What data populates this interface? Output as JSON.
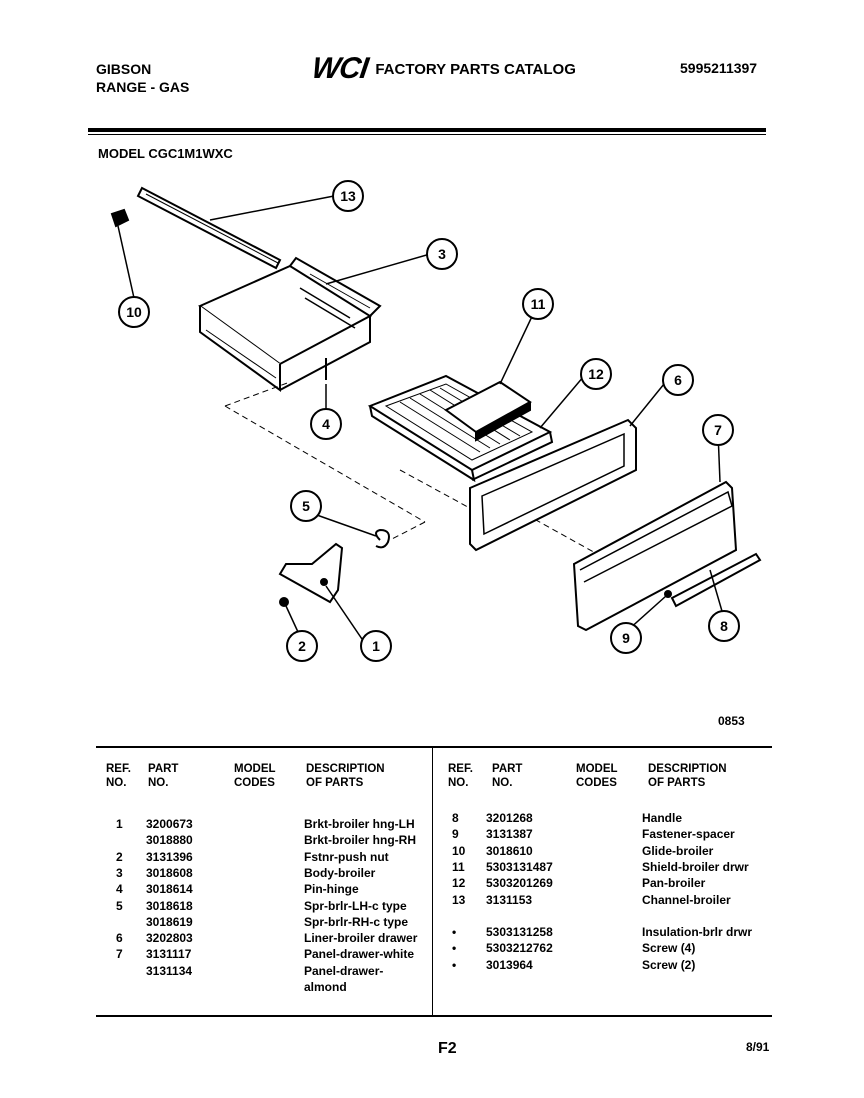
{
  "header": {
    "brand_line1": "GIBSON",
    "brand_line2": "RANGE - GAS",
    "logo": "WCI",
    "catalog_title": "FACTORY PARTS CATALOG",
    "doc_number": "5995211397"
  },
  "model_label": "MODEL CGC1M1WXC",
  "diagram": {
    "callouts": [
      "13",
      "3",
      "10",
      "11",
      "12",
      "6",
      "4",
      "7",
      "5",
      "2",
      "1",
      "9",
      "8"
    ],
    "code": "0853"
  },
  "table": {
    "headers": {
      "ref": "REF.",
      "ref2": "NO.",
      "part": "PART",
      "part2": "NO.",
      "model": "MODEL",
      "model2": "CODES",
      "desc": "DESCRIPTION",
      "desc2": "OF PARTS",
      "desc_right": "DESCRIPTION",
      "desc_right2": "OF PARTS"
    },
    "left_rows": [
      {
        "ref": "1",
        "part": "3200673",
        "desc": "Brkt-broiler hng-LH"
      },
      {
        "ref": "",
        "part": "3018880",
        "desc": "Brkt-broiler hng-RH"
      },
      {
        "ref": "2",
        "part": "3131396",
        "desc": "Fstnr-push nut"
      },
      {
        "ref": "3",
        "part": "3018608",
        "desc": "Body-broiler"
      },
      {
        "ref": "4",
        "part": "3018614",
        "desc": "Pin-hinge"
      },
      {
        "ref": "5",
        "part": "3018618",
        "desc": "Spr-brlr-LH-c type"
      },
      {
        "ref": "",
        "part": "3018619",
        "desc": "Spr-brlr-RH-c type"
      },
      {
        "ref": "6",
        "part": "3202803",
        "desc": "Liner-broiler drawer"
      },
      {
        "ref": "7",
        "part": "3131117",
        "desc": "Panel-drawer-white"
      },
      {
        "ref": "",
        "part": "3131134",
        "desc": "Panel-drawer-"
      },
      {
        "ref": "",
        "part": "",
        "desc": "almond"
      }
    ],
    "right_rows": [
      {
        "ref": "8",
        "part": "3201268",
        "desc": "Handle"
      },
      {
        "ref": "9",
        "part": "3131387",
        "desc": "Fastener-spacer"
      },
      {
        "ref": "10",
        "part": "3018610",
        "desc": "Glide-broiler"
      },
      {
        "ref": "11",
        "part": "5303131487",
        "desc": "Shield-broiler drwr"
      },
      {
        "ref": "12",
        "part": "5303201269",
        "desc": "Pan-broiler"
      },
      {
        "ref": "13",
        "part": "3131153",
        "desc": "Channel-broiler"
      },
      {
        "ref": "",
        "part": "",
        "desc": ""
      },
      {
        "ref": "•",
        "part": "5303131258",
        "desc": "Insulation-brlr drwr"
      },
      {
        "ref": "•",
        "part": "5303212762",
        "desc": "Screw (4)"
      },
      {
        "ref": "•",
        "part": "3013964",
        "desc": "Screw (2)"
      }
    ]
  },
  "footer": {
    "page": "F2",
    "date": "8/91"
  }
}
